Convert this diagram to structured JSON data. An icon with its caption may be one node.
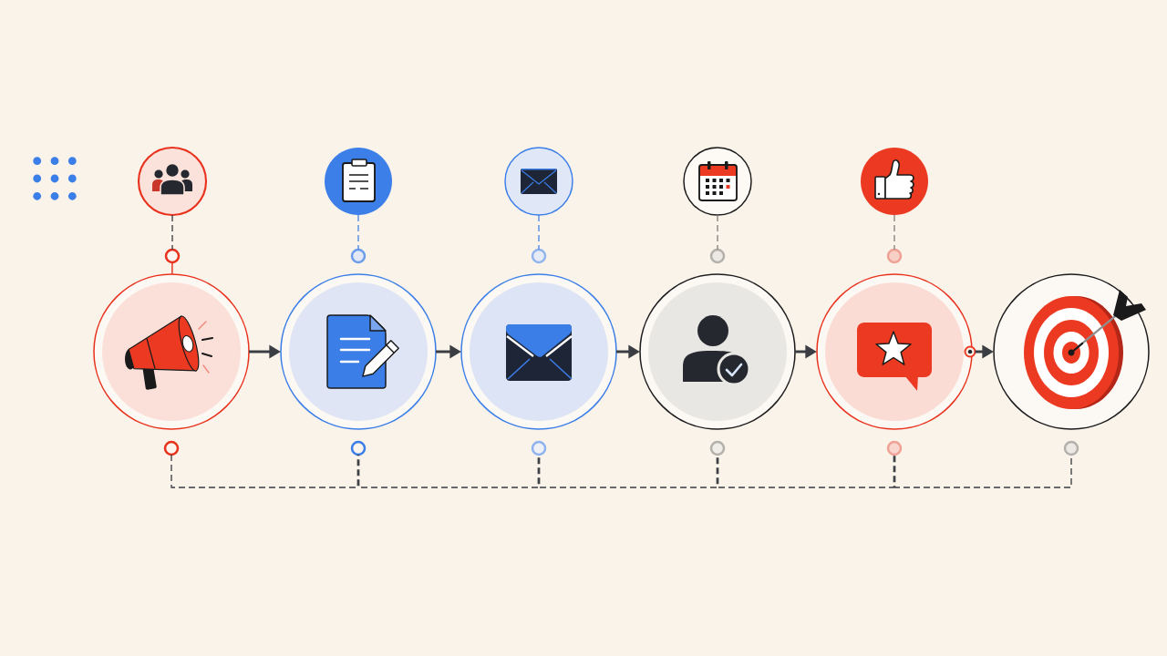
{
  "diagram": {
    "nodes": [
      {
        "text": [],
        "shape": "circle"
      },
      {
        "text": [],
        "shape": "circle"
      },
      {
        "text": [],
        "shape": "circle"
      },
      {
        "text": [],
        "shape": "circle"
      },
      {
        "text": [],
        "shape": "circle"
      },
      {
        "text": [],
        "shape": "circle"
      },
      {
        "text": [],
        "shape": "circle"
      },
      {
        "text": [],
        "shape": "circle"
      },
      {
        "text": [],
        "shape": "circle"
      },
      {
        "text": [],
        "shape": "circle"
      },
      {
        "text": [],
        "shape": "circle"
      },
      {
        "text": [],
        "shape": "circle"
      },
      {
        "text": [],
        "shape": "circle"
      },
      {
        "text": [],
        "shape": "circle"
      },
      {
        "text": [],
        "shape": "circle"
      },
      {
        "text": [],
        "shape": "circle"
      },
      {
        "text": [],
        "shape": "circle"
      },
      {
        "text": [],
        "shape": "circle"
      },
      {
        "text": [],
        "shape": "circle"
      },
      {
        "text": [],
        "shape": "circle"
      },
      {
        "text": [],
        "shape": "circle"
      },
      {
        "text": [],
        "shape": "circle"
      },
      {
        "text": [],
        "shape": "circle"
      }
    ],
    "edges": [
      {
        "from": 0,
        "to": 5,
        "arrow": "none",
        "style": "dashed"
      },
      {
        "from": 1,
        "to": 6,
        "arrow": "none",
        "style": "dashed",
        "color": "#4a86e8"
      },
      {
        "from": 2,
        "to": 7,
        "arrow": "none",
        "style": "dashed",
        "color": "#4a86e8"
      },
      {
        "from": 3,
        "to": 8,
        "arrow": "none",
        "style": "dashed",
        "color": "#85817c"
      },
      {
        "from": 4,
        "to": 9,
        "arrow": "none",
        "style": "dashed",
        "color": "#85817c"
      },
      {
        "from": 5,
        "to": 10,
        "arrow": "none",
        "color": "#e8321e"
      },
      {
        "from": 10,
        "to": 11,
        "arrow": "to"
      },
      {
        "from": 11,
        "to": 12,
        "arrow": "to"
      },
      {
        "from": 12,
        "to": 13,
        "arrow": "to"
      },
      {
        "from": 13,
        "to": 14,
        "arrow": "to"
      },
      {
        "from": 22,
        "to": 15,
        "arrow": "to"
      },
      {
        "from": 16,
        "to": 17,
        "arrow": "none",
        "style": "dashed"
      },
      {
        "from": 17,
        "to": 18,
        "arrow": "none",
        "style": "dashed"
      },
      {
        "from": 18,
        "to": 19,
        "arrow": "none",
        "style": "dashed"
      },
      {
        "from": 19,
        "to": 20,
        "arrow": "none",
        "style": "dashed"
      },
      {
        "from": 20,
        "to": 21,
        "arrow": "none",
        "style": "dashed"
      }
    ]
  }
}
